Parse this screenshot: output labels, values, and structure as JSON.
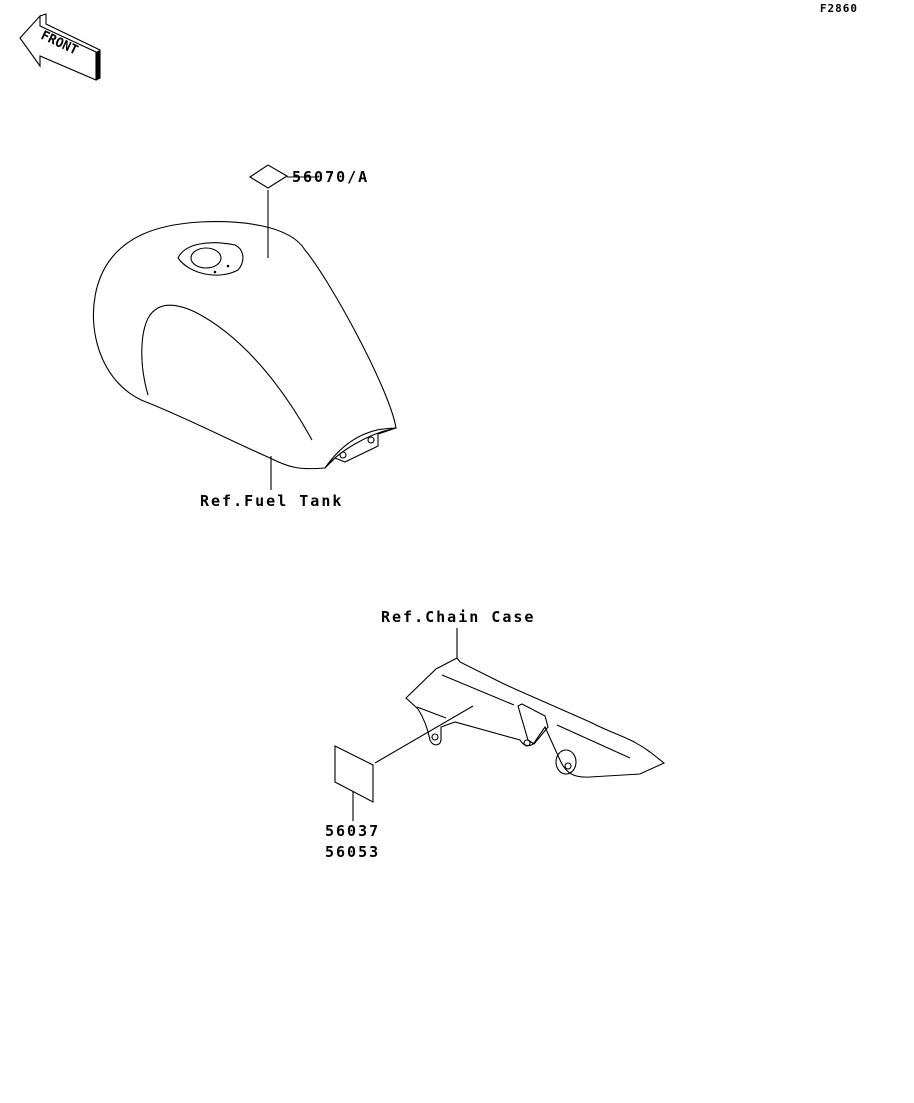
{
  "figure_code": "F2860",
  "front_arrow_label": "FRONT",
  "fuel_tank": {
    "part_label": "56070/A",
    "ref_label": "Ref.Fuel Tank"
  },
  "chain_case": {
    "ref_label": "Ref.Chain Case",
    "part_labels": [
      "56037",
      "56053"
    ]
  }
}
